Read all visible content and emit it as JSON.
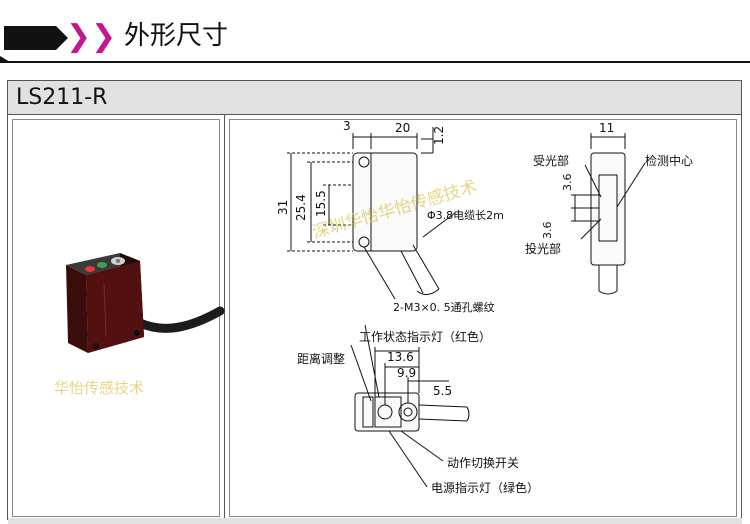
{
  "header": {
    "title": "外形尺寸",
    "chevrons": [
      "❯",
      "❯"
    ],
    "accent_color": "#c2188f"
  },
  "model": {
    "label": "LS211-R"
  },
  "photo": {
    "watermark": "华怡传感技术",
    "image_kind": "photoelectric-sensor-photo"
  },
  "drawing_watermark": "深圳华怡华怡传感技术",
  "side_view": {
    "dim_top_width": "20",
    "dim_top_offset": "3",
    "dim_top_right": "1.2",
    "dim_height_total": "31",
    "dim_height_mid": "25.4",
    "dim_height_inner": "15.5",
    "cable_label": "Φ3.8电缆长2m",
    "screw_label": "2-M3×0. 5通孔螺纹"
  },
  "front_view": {
    "dim_width": "11",
    "receiver_label": "受光部",
    "detect_center_label": "检测中心",
    "dim_upper": "3.6",
    "dim_lower": "3.6",
    "emitter_label": "投光部"
  },
  "top_view": {
    "status_led_label": "工作状态指示灯（红色）",
    "distance_adj_label": "距离调整",
    "dim_136": "13.6",
    "dim_99": "9.9",
    "dim_55": "5.5",
    "mode_switch_label": "动作切换开关",
    "power_led_label": "电源指示灯（绿色）"
  }
}
